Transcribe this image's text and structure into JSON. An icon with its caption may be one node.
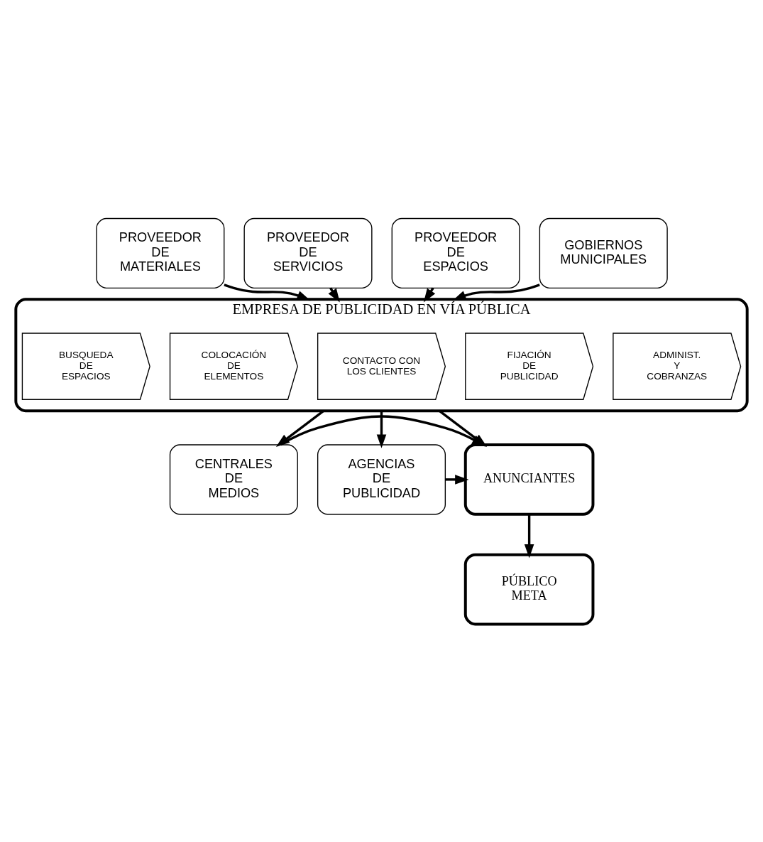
{
  "diagram": {
    "nodes": [
      {
        "text": [
          "PROVEEDOR DE MATERIALES"
        ]
      },
      {
        "text": [
          "PROVEEDOR DE SERVICIOS"
        ]
      },
      {
        "text": [
          "PROVEEDOR DE ESPACIOS"
        ]
      },
      {
        "text": [
          "GOBIERNOS MUNICIPALES"
        ]
      },
      {
        "text": [
          "EMPRESA DE PUBLICIDAD EN VÍA PÚBLICA"
        ]
      },
      {
        "text": [
          "BUSQUEDA DE ESPACIOS"
        ],
        "in": 4
      },
      {
        "text": [
          "COLOCACIÓN DE ELEMENTOS"
        ],
        "in": 4
      },
      {
        "text": [
          "CONTACTO CON LOS CLIENTES"
        ],
        "in": 4
      },
      {
        "text": [
          "FIJACIÓN DE PUBLICIDAD"
        ],
        "in": 4
      },
      {
        "text": [
          "ADMINIST. Y COBRANZAS"
        ],
        "in": 4
      },
      {
        "text": [
          "CENTRALES DE MEDIOS"
        ]
      },
      {
        "text": [
          "ANUNCIANTES"
        ]
      },
      {
        "text": [
          "AGENCIAS DE PUBLICIDAD"
        ]
      },
      {
        "text": [
          "PÚBLICO META"
        ]
      }
    ],
    "edges": [
      {
        "from": 0,
        "to": 4,
        "arrow": "to"
      },
      {
        "from": 1,
        "to": 4,
        "arrow": "to"
      },
      {
        "from": 2,
        "to": 4,
        "arrow": "to"
      },
      {
        "from": 3,
        "to": 4,
        "arrow": "to"
      },
      {
        "from": 4,
        "to": 10,
        "arrow": "to"
      },
      {
        "from": 4,
        "to": 11,
        "arrow": "to"
      },
      {
        "from": 4,
        "to": 12,
        "arrow": "to"
      },
      {
        "from": 10,
        "to": 11,
        "arrow": "to"
      },
      {
        "from": 12,
        "to": 11,
        "arrow": "to"
      },
      {
        "from": 11,
        "to": 13,
        "arrow": "to"
      }
    ]
  }
}
